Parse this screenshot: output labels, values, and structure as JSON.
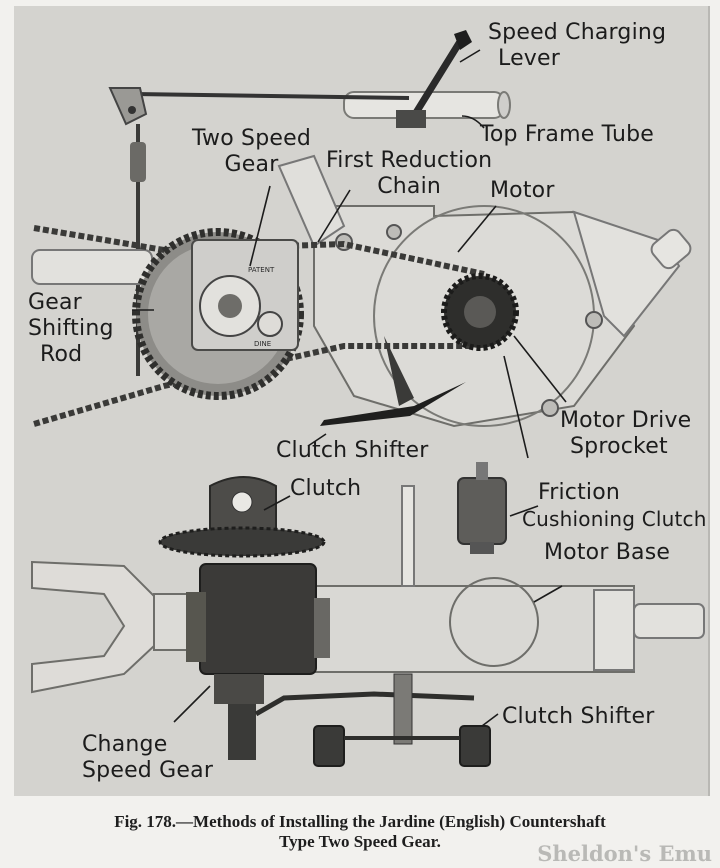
{
  "labels": {
    "speed_changing_lever": [
      "Speed Charging",
      "Lever"
    ],
    "top_frame_tube": "Top Frame Tube",
    "two_speed_gear": [
      "Two Speed",
      "Gear"
    ],
    "first_reduction_chain": [
      "First Reduction",
      "Chain"
    ],
    "motor": "Motor",
    "gear_shifting_rod": [
      "Gear",
      "Shifting",
      "Rod"
    ],
    "motor_drive_sprocket": [
      "Motor Drive",
      "Sprocket"
    ],
    "clutch_shifter_upper": "Clutch Shifter",
    "clutch": "Clutch",
    "friction_cushioning_clutch": [
      "Friction",
      "Cushioning Clutch"
    ],
    "motor_base": "Motor Base",
    "clutch_shifter_lower": "Clutch Shifter",
    "change_speed_gear": [
      "Change",
      "Speed Gear"
    ]
  },
  "part_stamps": {
    "patent": "PATENT",
    "dine": "DINE"
  },
  "caption": {
    "line1": "Fig. 178.—Methods of Installing the Jardine (English) Countershaft",
    "line2": "Type Two Speed Gear."
  },
  "watermark": "Sheldon's Emu"
}
